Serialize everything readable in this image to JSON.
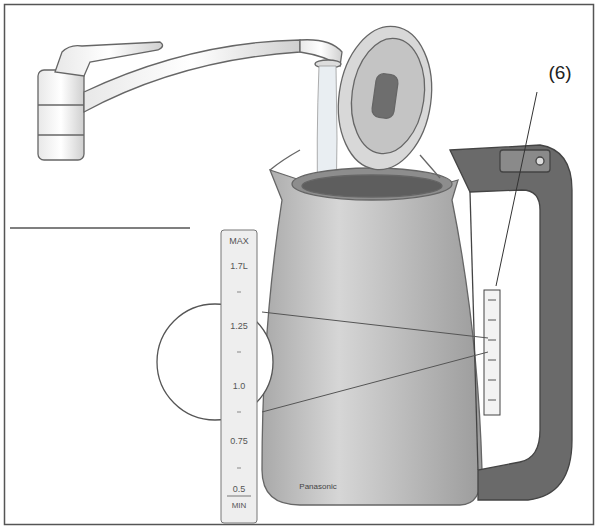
{
  "diagram": {
    "labels": [
      "(6)",
      "MAX",
      "1.7L",
      "1.25",
      "1.0",
      "0.75",
      "0.5",
      "MIN",
      "Panasonic"
    ]
  }
}
